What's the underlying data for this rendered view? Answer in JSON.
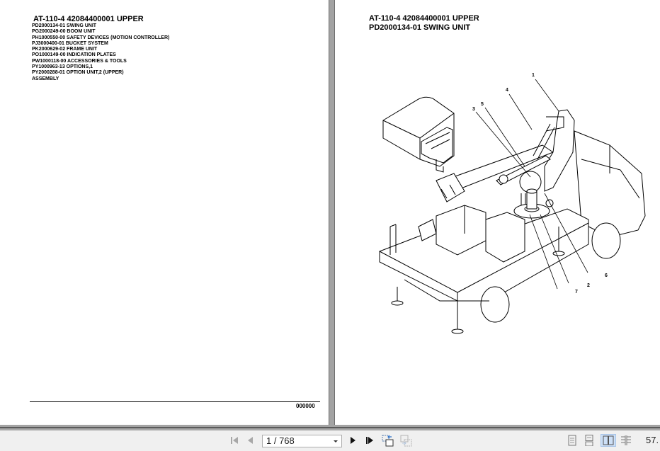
{
  "left_page": {
    "title": "AT-110-4 42084400001 UPPER",
    "items": [
      "PD2000134-01 SWING UNIT",
      "PG2000249-00 BOOM UNIT",
      "PH1000550-00 SAFETY DEVICES (MOTION CONTROLLER)",
      "PJ3000400-01 BUCKET SYSTEM",
      "PK2000629-02 FRAME UNIT",
      "PO1000149-00 INDICATION PLATES",
      "PW1000118-00 ACCESSORIES & TOOLS",
      "PY1000963-13 OPTIONS,1",
      "PY2000288-01 OPTION UNIT,2 (UPPER)",
      "ASSEMBLY"
    ],
    "footer_number": "000000"
  },
  "right_page": {
    "title_line1": "AT-110-4 42084400001 UPPER",
    "title_line2": "PD2000134-01 SWING UNIT",
    "callouts": [
      "1",
      "2",
      "3",
      "4",
      "5",
      "6",
      "7"
    ]
  },
  "toolbar": {
    "page_indicator": "1 / 768",
    "zoom_level": "57.",
    "icons": {
      "first": "first-page-icon",
      "prev": "previous-page-icon",
      "next": "next-page-icon",
      "last": "last-page-icon",
      "back_view": "previous-view-icon",
      "forward_view": "next-view-icon",
      "single_page": "single-page-view-icon",
      "continuous": "continuous-view-icon",
      "facing": "facing-pages-view-icon",
      "continuous_facing": "continuous-facing-view-icon"
    },
    "active_view": "facing",
    "colors": {
      "active_bg": "#cde0f7",
      "bar_bg": "#f0f0f0"
    }
  }
}
